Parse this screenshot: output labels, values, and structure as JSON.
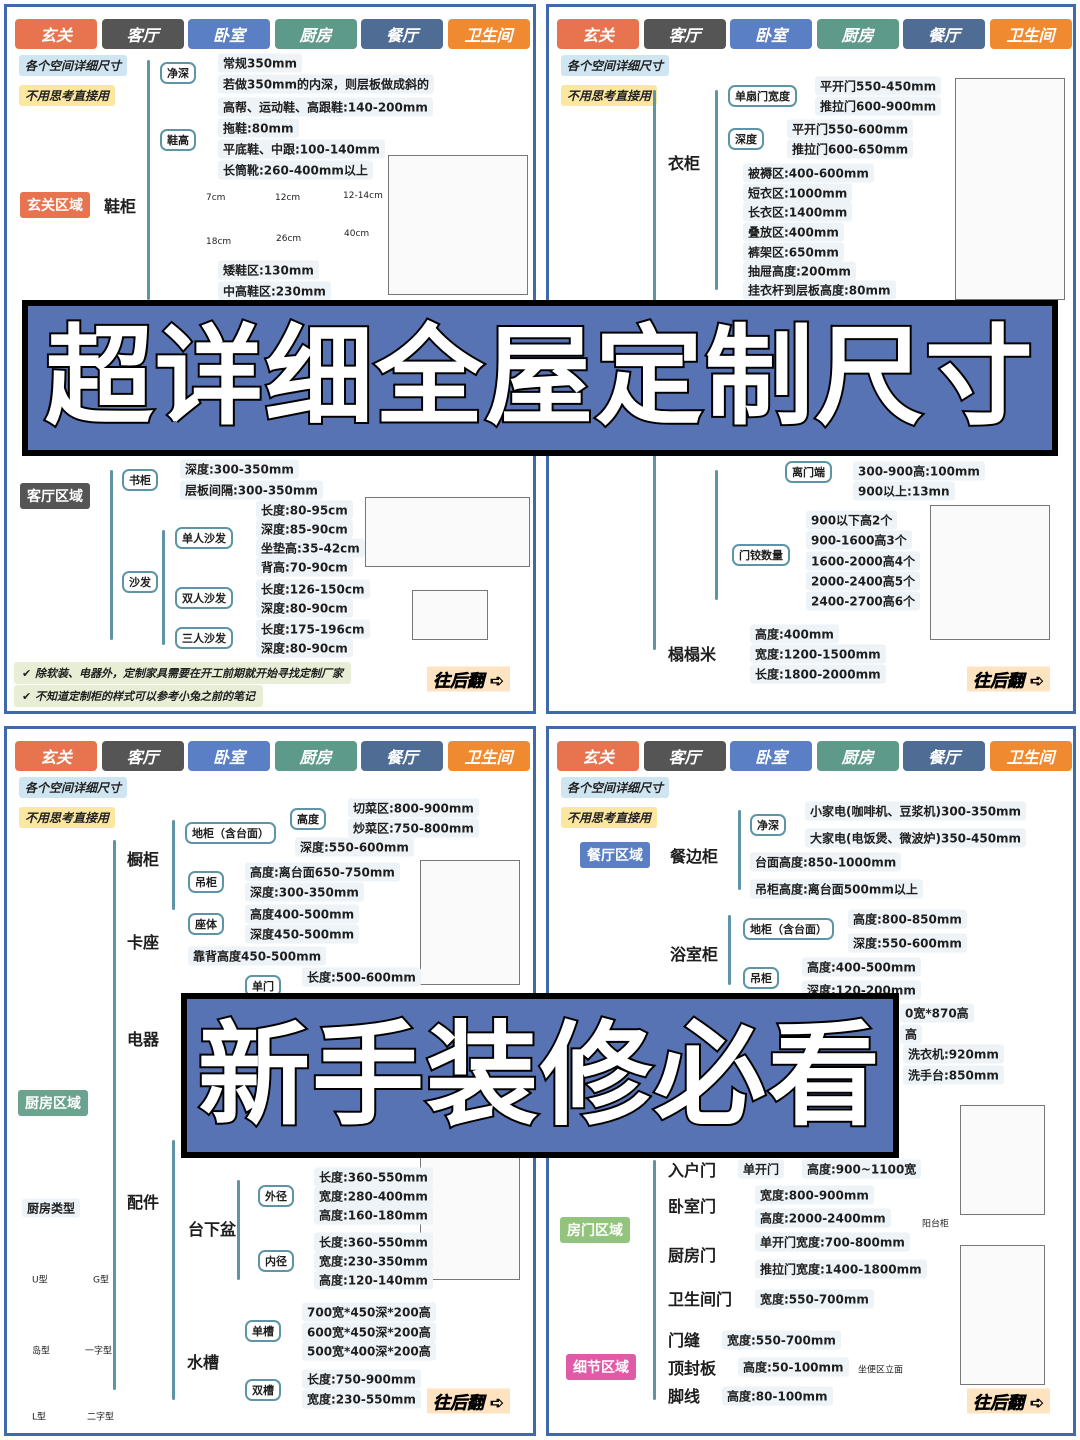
{
  "tabs": [
    {
      "label": "玄关",
      "color": "#e8734f"
    },
    {
      "label": "客厅",
      "color": "#555555"
    },
    {
      "label": "卧室",
      "color": "#5b7fc4"
    },
    {
      "label": "厨房",
      "color": "#5d9a8a"
    },
    {
      "label": "餐厅",
      "color": "#4f6d94"
    },
    {
      "label": "卫生间",
      "color": "#f08a30"
    }
  ],
  "header": {
    "title": "各个空间详细尺寸",
    "subtitle": "不用思考直接用",
    "title_bg": "#cfe6f2",
    "subtitle_bg": "#fbe7a0"
  },
  "next_label": "往后翻 ➪",
  "banners": {
    "top": "超详细全屋定制尺寸",
    "bottom": "新手装修必看",
    "color": "#5873b3"
  },
  "region_colors": {
    "entry": "#e8734f",
    "living": "#555555",
    "kitchen": "#6aa38e",
    "dining": "#5b7fc4",
    "door": "#93c47d",
    "detail": "#e05aa8"
  },
  "panels": [
    {
      "name": "entry-living",
      "nodes": [
        "玄关区域",
        "鞋柜",
        "净深",
        "常规350mm",
        "若做350mm的内深，则层板做成斜的",
        "鞋高",
        "高帮、运动鞋、高跟鞋:140-200mm",
        "拖鞋:80mm",
        "平底鞋、中跟:100-140mm",
        "长筒靴:260-400mm以上",
        "7cm",
        "12cm",
        "12-14cm",
        "18cm",
        "26cm",
        "40cm",
        "矮鞋区:130mm",
        "中高鞋区:230mm",
        "客厅区域",
        "书柜",
        "深度:300-350mm",
        "层板间隔:300-350mm",
        "沙发",
        "单人沙发",
        "长度:80-95cm",
        "深度:85-90cm",
        "坐垫高:35-42cm",
        "背高:70-90cm",
        "双人沙发",
        "长度:126-150cm",
        "深度:80-90cm",
        "三人沙发",
        "长度:175-196cm",
        "深度:80-90cm",
        "✔ 除软装、电器外，定制家具需要在开工前期就开始寻找定制厂家",
        "✔ 不知道定制柜的样式可以参考小兔之前的笔记"
      ]
    },
    {
      "name": "bedroom",
      "nodes": [
        "衣柜",
        "单扇门宽度",
        "平开门550-450mm",
        "推拉门600-900mm",
        "深度",
        "平开门550-600mm",
        "推拉门600-650mm",
        "被褥区:400-600mm",
        "短衣区:1000mm",
        "长衣区:1400mm",
        "叠放区:400mm",
        "裤架区:650mm",
        "抽屉高度:200mm",
        "挂衣杆到层板高度:80mm",
        "离门端",
        "300-900高:100mm",
        "900以上:13mn",
        "门铰数量",
        "900以下高2个",
        "900-1600高3个",
        "1600-2000高4个",
        "2000-2400高5个",
        "2400-2700高6个",
        "榻榻米",
        "高度:400mm",
        "宽度:1200-1500mm",
        "长度:1800-2000mm"
      ]
    },
    {
      "name": "kitchen",
      "nodes": [
        "厨房区域",
        "橱柜",
        "地柜（含台面）",
        "高度",
        "切菜区:800-900mm",
        "炒菜区:750-800mm",
        "深度:550-600mm",
        "吊柜",
        "高度:离台面650-750mm",
        "深度:300-350mm",
        "卡座",
        "座体",
        "高度400-500mm",
        "深度450-500mm",
        "靠背高度450-500mm",
        "单门",
        "长度:500-600mm",
        "电器",
        "配件",
        "台下盆",
        "外径",
        "长度:360-550mm",
        "宽度:280-400mm",
        "高度:160-180mm",
        "内径",
        "长度:360-550mm",
        "宽度:230-350mm",
        "高度:120-140mm",
        "水槽",
        "单槽",
        "700宽*450深*200高",
        "600宽*450深*200高",
        "500宽*400深*200高",
        "双槽",
        "长度:750-900mm",
        "宽度:230-550mm",
        "厨房类型",
        "U型",
        "G型",
        "岛型",
        "一字型",
        "L型",
        "二字型"
      ]
    },
    {
      "name": "dining-bath-door",
      "nodes": [
        "餐厅区域",
        "餐边柜",
        "净深",
        "小家电(咖啡机、豆浆机)300-350mm",
        "大家电(电饭煲、微波炉)350-450mm",
        "台面高度:850-1000mm",
        "吊柜高度:离台面500mm以上",
        "浴室柜",
        "地柜（含台面）",
        "高度:800-850mm",
        "深度:550-600mm",
        "吊柜",
        "高度:400-500mm",
        "深度:120-200mm",
        "0宽*870高",
        "高",
        "洗衣机:920mm",
        "洗手台:850mm",
        "阳台柜",
        "房门区域",
        "入户门",
        "单开门",
        "高度:900~1100宽",
        "卧室门",
        "宽度:800-900mm",
        "高度:2000-2400mm",
        "厨房门",
        "单开门宽度:700-800mm",
        "推拉门宽度:1400-1800mm",
        "卫生间门",
        "宽度:550-700mm",
        "细节区域",
        "门缝",
        "宽度:550-700mm",
        "顶封板",
        "高度:50-100mm",
        "脚线",
        "高度:80-100mm",
        "坐便区立面"
      ]
    }
  ]
}
